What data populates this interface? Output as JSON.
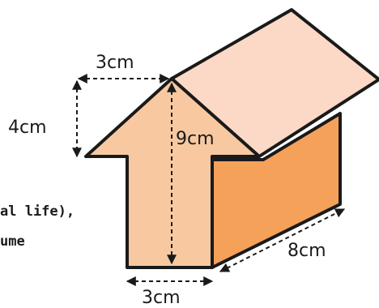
{
  "colors": {
    "front_face": "#f8c9a0",
    "side_face": "#f5a15a",
    "roof_face": "#fbd9c6",
    "outline": "#1a1a1a"
  },
  "labels": {
    "top_width": "3cm",
    "left_height": "4cm",
    "total_height": "9cm",
    "depth": "8cm",
    "bottom_width": "3cm"
  },
  "cropped_text": {
    "line1": "al life),",
    "line2": "ume"
  }
}
